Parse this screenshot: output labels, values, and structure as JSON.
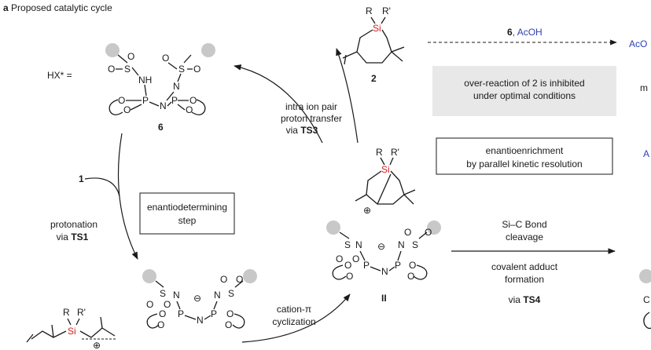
{
  "panel_label": "a",
  "panel_title": "Proposed catalytic cycle",
  "catalyst": {
    "formula": "HX* =",
    "number": "6"
  },
  "compounds": {
    "substrate": "1",
    "product": "2",
    "intermediate_II": "II"
  },
  "steps": {
    "protonation": [
      "protonation",
      "via"
    ],
    "ts1": "TS1",
    "cyclization": [
      "cation-π",
      "cyclization"
    ],
    "proton_transfer": [
      "intra ion pair",
      "proton transfer",
      "via"
    ],
    "ts3": "TS3",
    "si_c_cleavage": [
      "Si–C Bond",
      "cleavage"
    ],
    "covalent_adduct": [
      "covalent adduct",
      "formation"
    ],
    "via_ts4": [
      "via",
      "TS4"
    ],
    "reagent_number": "6",
    "reagent_acid": ", AcOH"
  },
  "boxes": {
    "enantiodetermining": [
      "enantiodetermining",
      "step"
    ],
    "enantioenrichment": [
      "enantioenrichment",
      "by parallel kinetic resolution"
    ],
    "over_reaction": [
      "over-reaction of 2 is inhibited",
      "under optimal conditions"
    ]
  },
  "atoms": {
    "si": "Si",
    "r": "R",
    "r_prime": "R'",
    "s": "S",
    "o": "O",
    "n": "N",
    "nh": "NH",
    "p": "P",
    "plus": "⊕",
    "minus": "⊖"
  },
  "cutoff_text": {
    "acoh": "AcO",
    "a": "A",
    "m": "m",
    "c": "C"
  },
  "colors": {
    "accent_blue": "#2d3fb3",
    "silicon_red": "#d62020",
    "box_grey": "#e8e8e8",
    "ball_grey": "#c8c8c8"
  }
}
